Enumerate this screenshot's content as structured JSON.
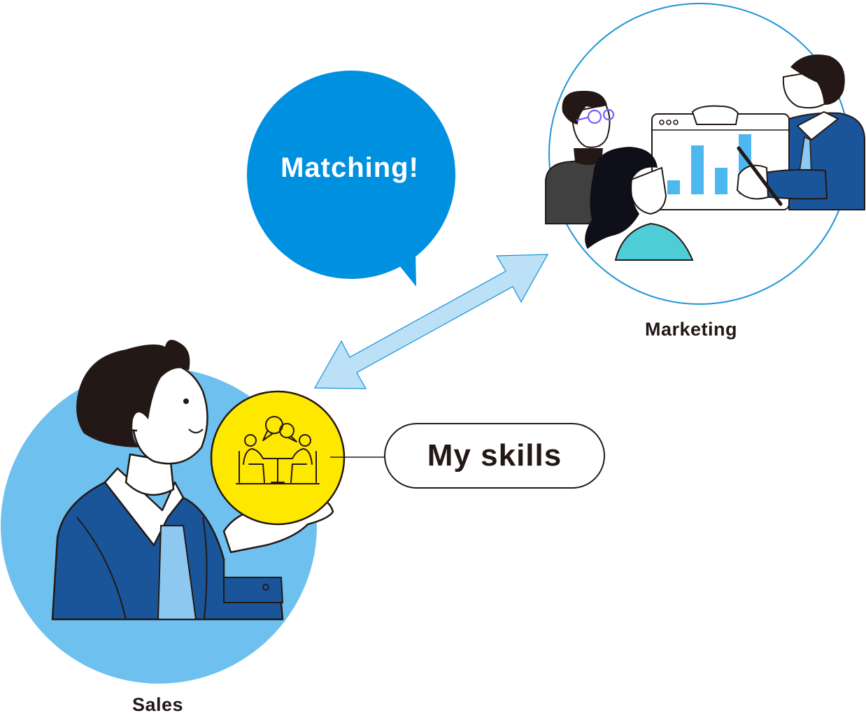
{
  "bubble": {
    "text": "Matching!"
  },
  "skills": {
    "label": "My skills"
  },
  "nodes": {
    "sales": {
      "label": "Sales"
    },
    "marketing": {
      "label": "Marketing"
    }
  },
  "colors": {
    "bubble": "#0090E0",
    "sales_circle": "#6EC0EE",
    "marketing_ring": "#1F94D8",
    "arrow": "#BCE1F6",
    "skill_coin": "#FFE800",
    "suit": "#1B5599",
    "tie": "#8DC8F0",
    "hair": "#231815",
    "chart_bar": "#4DB8F0",
    "teal_shirt": "#4FCDD6",
    "gray_jacket": "#404040"
  },
  "icons": [
    "speech-bubble-icon",
    "double-arrow-icon",
    "meeting-icon",
    "chart-board-icon",
    "window-dots-icon",
    "pen-icon"
  ]
}
